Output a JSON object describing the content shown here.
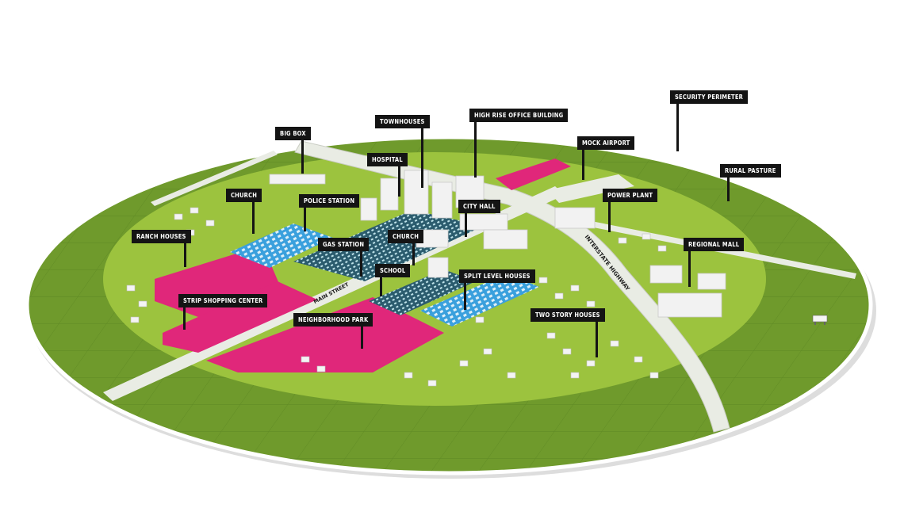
{
  "map": {
    "labels": {
      "security_perimeter": "SECURITY PERIMETER",
      "high_rise_office": "HIGH RISE OFFICE BUILDING",
      "townhouses": "TOWNHOUSES",
      "big_box": "BIG BOX",
      "mock_airport": "MOCK AIRPORT",
      "rural_pasture": "RURAL PASTURE",
      "hospital": "HOSPITAL",
      "church_1": "CHURCH",
      "police_station": "POLICE STATION",
      "power_plant": "POWER PLANT",
      "city_hall": "CITY HALL",
      "ranch_houses": "RANCH HOUSES",
      "church_2": "CHURCH",
      "gas_station": "GAS STATION",
      "regional_mall": "REGIONAL MALL",
      "school": "SCHOOL",
      "split_level_houses": "SPLIT LEVEL HOUSES",
      "strip_shopping_center": "STRIP SHOPPING CENTER",
      "neighborhood_park": "NEIGHBORHOOD PARK",
      "two_story_houses": "TWO STORY HOUSES"
    },
    "roads": {
      "interstate": "INTERSTATE HIGHWAY",
      "main_street": "MAIN STREET"
    },
    "colors": {
      "outer_green": "#6f9a2c",
      "inner_green": "#9cc33e",
      "pink_zone": "#e0277a",
      "blue_zone": "#3aa0dd",
      "road": "#e9ece4",
      "building": "#eeeeee",
      "label_bg": "#141414"
    }
  }
}
